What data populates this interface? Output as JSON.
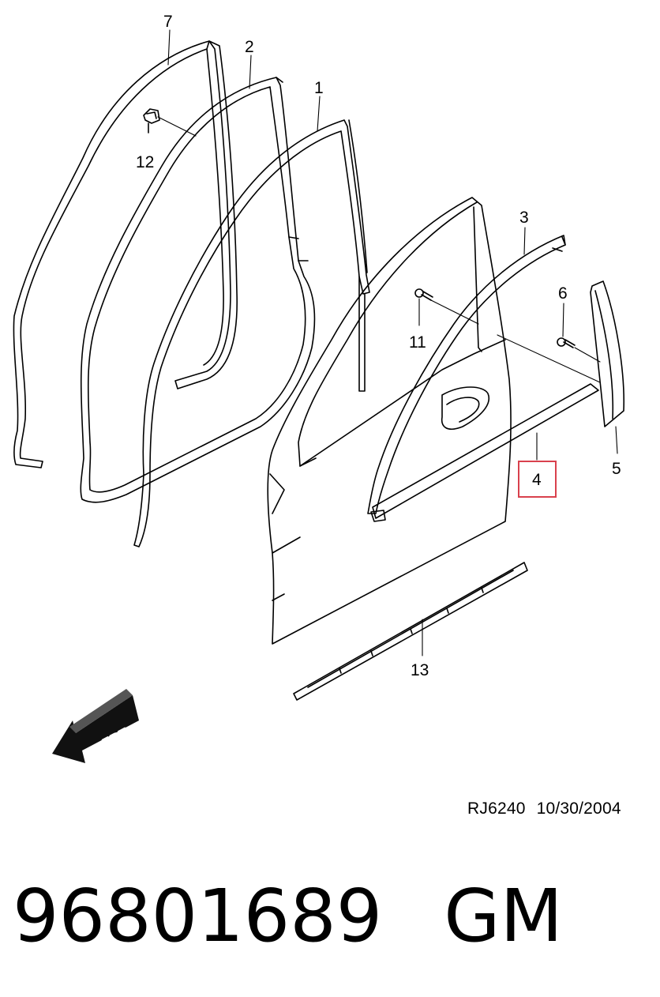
{
  "callouts": {
    "c7": "7",
    "c2": "2",
    "c1": "1",
    "c12": "12",
    "c3": "3",
    "c6": "6",
    "c11": "11",
    "c4": "4",
    "c5": "5",
    "c13": "13"
  },
  "frt_label": "FRT",
  "drawing_ref": "RJ6240",
  "drawing_date": "10/30/2004",
  "part_number": "96801689",
  "brand": "GM",
  "highlight_color": "#d9414d",
  "highlighted_callout": "4"
}
